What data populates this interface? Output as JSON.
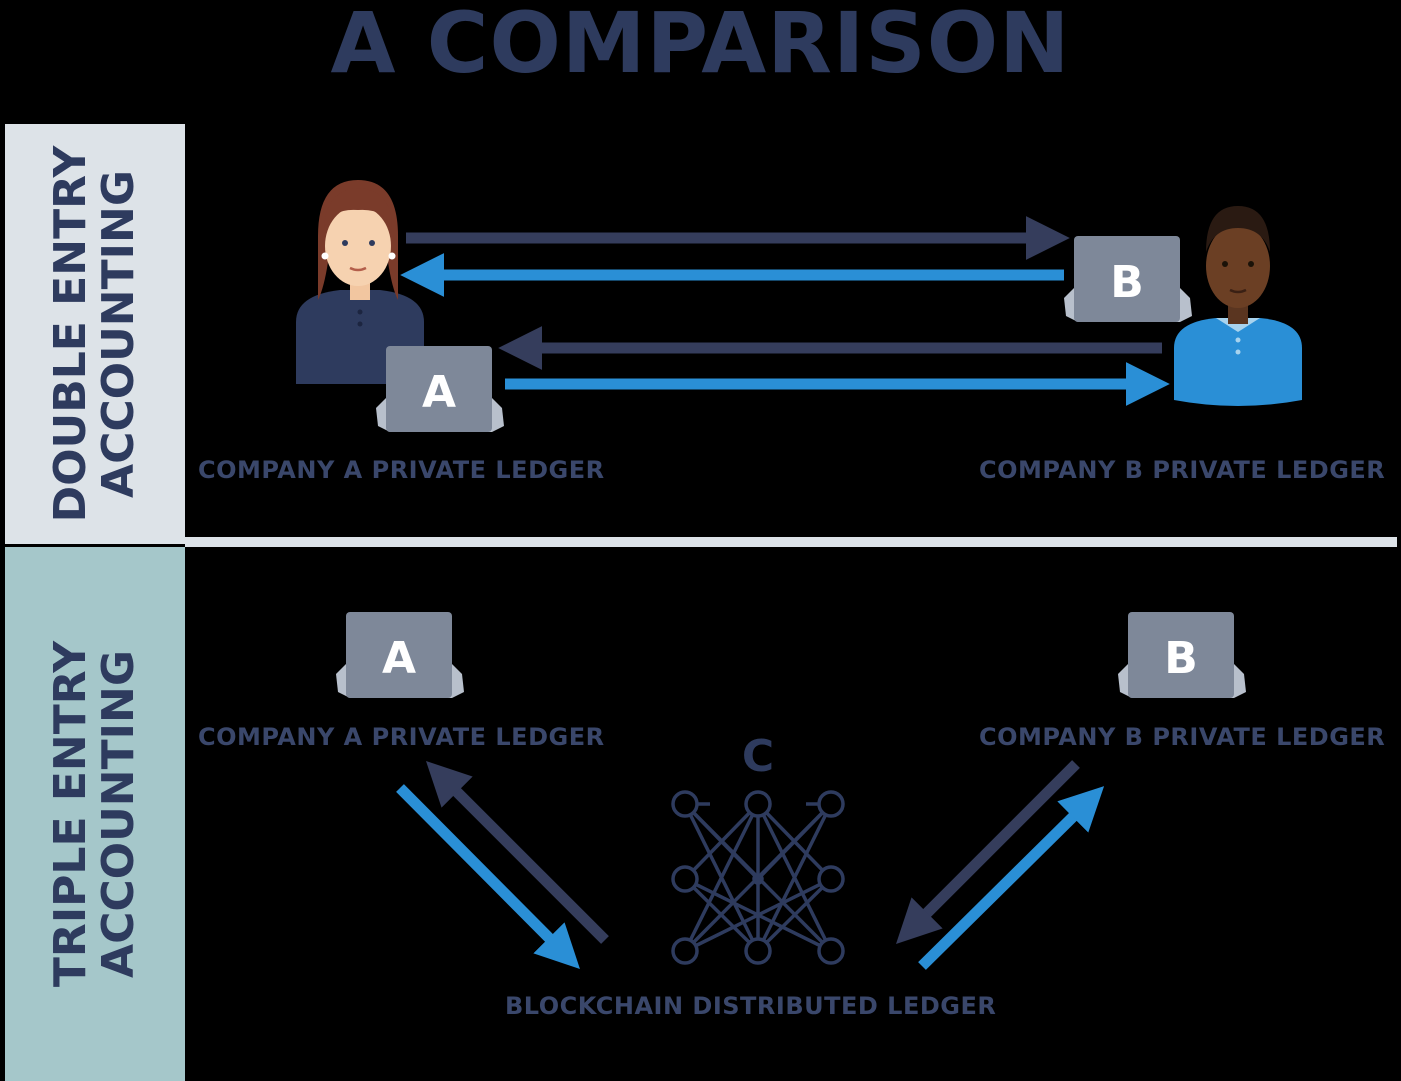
{
  "title": "A COMPARISON",
  "sections": {
    "double_entry": {
      "label_line1": "DOUBLE ENTRY",
      "label_line2": "ACCOUNTING",
      "company_a_label": "COMPANY A PRIVATE LEDGER",
      "company_b_label": "COMPANY B PRIVATE LEDGER",
      "laptop_a_letter": "A",
      "laptop_b_letter": "B"
    },
    "triple_entry": {
      "label_line1": "TRIPLE ENTRY",
      "label_line2": "ACCOUNTING",
      "company_a_label": "COMPANY A PRIVATE LEDGER",
      "company_b_label": "COMPANY B PRIVATE LEDGER",
      "laptop_a_letter": "A",
      "laptop_b_letter": "B",
      "network_letter": "C",
      "blockchain_label": "BLOCKCHAIN DISTRIBUTED LEDGER"
    }
  },
  "colors": {
    "navy": "#2e3b5e",
    "arrow_dark": "#353d5c",
    "arrow_blue": "#2a8fd6",
    "laptop": "#7e8899",
    "band_double": "#dde3e8",
    "band_triple": "#a5c7ca"
  }
}
